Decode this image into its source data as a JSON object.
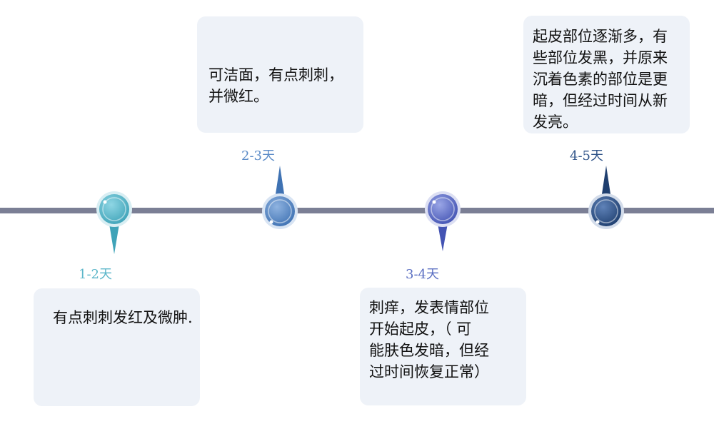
{
  "colors": {
    "line": "#7b7f95",
    "card_bg": "#eef2f8",
    "stage1": "#5bb6c9",
    "stage2": "#5b8bc7",
    "stage3": "#5b6fc2",
    "stage4": "#2f5388"
  },
  "stages": [
    {
      "label": "1-2天",
      "text": "有点刺刺发红及微肿."
    },
    {
      "label": "2-3天",
      "text": "可洁面，有点刺刺，\n并微红。"
    },
    {
      "label": "3-4天",
      "text": "刺痒，发表情部位\n开始起皮，（ 可\n能肤色发暗，但经\n过时间恢复正常）"
    },
    {
      "label": "4-5天",
      "text": "起皮部位逐渐多，有\n些部位发黑，并原来\n沉着色素的部位是更\n暗，但经过时间从新\n发亮。"
    }
  ]
}
